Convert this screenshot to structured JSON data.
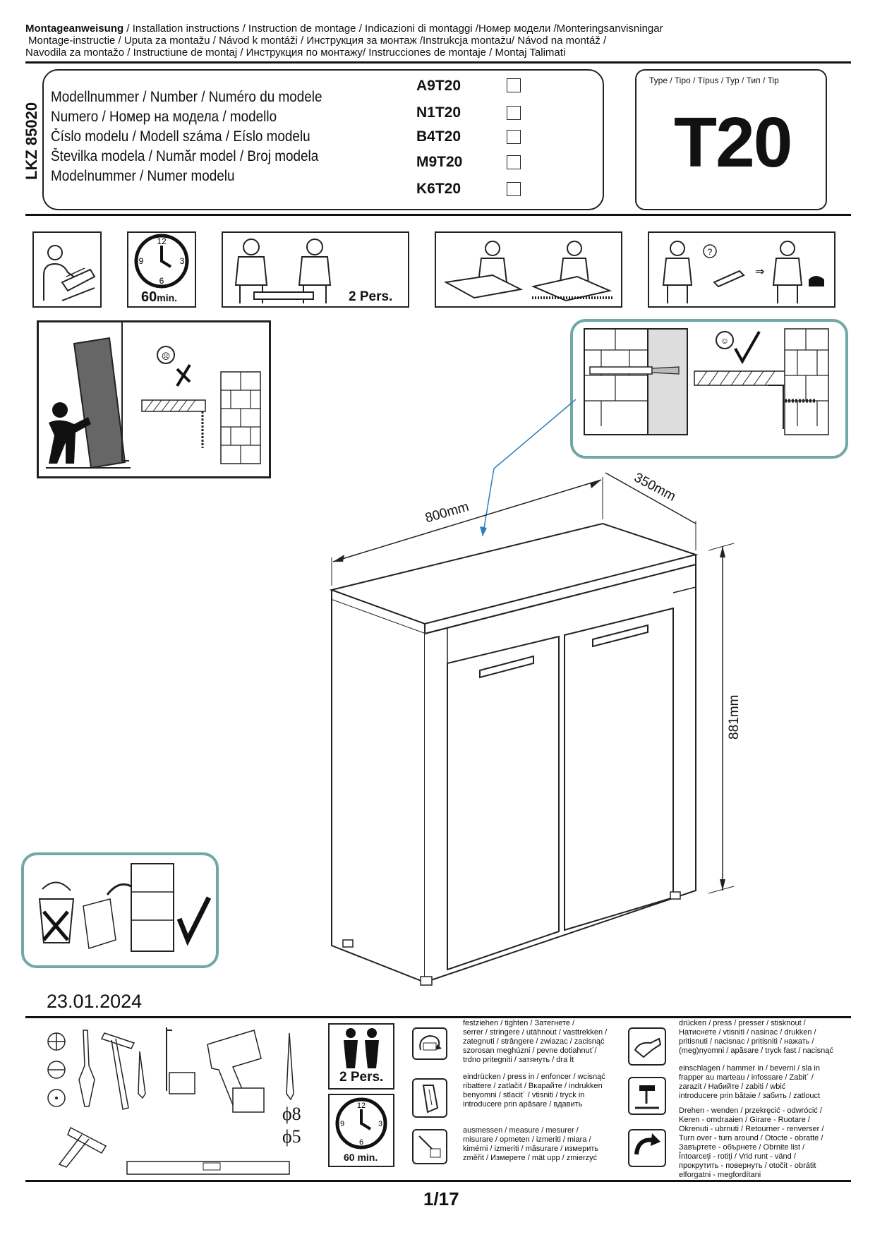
{
  "header": {
    "lines": [
      {
        "bold": "Montageanweisung",
        "rest": " / Installation instructions / Instruction de montage / Indicazioni di montaggi /Номер модели /Monteringsanvisningar"
      },
      {
        "bold": "",
        "rest": "Montage-instructie / Uputa za montažu / Návod k montáži / Инструкция за монтаж /Instrukcja montażu/ Návod na montáž /"
      },
      {
        "bold": "",
        "rest": "Navodila za montažo / Instructiune de montaj / Инструкция по монтажу/ Instrucciones de montaje / Montaj Talimati"
      }
    ]
  },
  "model": {
    "lkz": "LKZ 85020",
    "label_lines": [
      "Modellnummer / Number / Numéro du modele",
      "Numero /  Номер на модела / modello",
      "Číslo modelu / Modell száma / Eíslo modelu",
      "Številka modela / Număr model / Broj modela",
      "Modelnummer / Numer modelu"
    ],
    "codes": [
      "A9T20",
      "N1T20",
      "B4T20",
      "M9T20",
      "K6T20"
    ]
  },
  "type_box": {
    "label": "Type / Tipo / Típus / Typ / Тип   / Tip",
    "value": "T20"
  },
  "icons_row": {
    "clock_label": "60",
    "clock_unit": "min.",
    "persons_label": "2 Pers."
  },
  "dimensions": {
    "width": "800mm",
    "depth": "350mm",
    "height": "881mm"
  },
  "date": "23.01.2024",
  "tools": {
    "drill_8": "ϕ8",
    "drill_5": "ϕ5",
    "persons_label": "2 Pers.",
    "clock_label": "60 min."
  },
  "legend": {
    "tighten": "festziehen / tighten / Затегнете /\nserrer / stringere / utáhnout / vasttrekken /\nzategnuti / strângere / zwiazac / zacisnąć\nszorosan meghúzni / pevne dotiahnut´/\ntrdno pritegniti / затянуть / dra İt",
    "press_in": "eindrücken / press in / enfoncer / wcisnąć\nribattere / zatlačit / Вкарайте / indrukken\nbenyomni / stlacit´ / vtisniti / tryck in\nintroducere prin apăsare / вдавить",
    "measure": "ausmessen / measure / mesurer /\nmisurare / opmeten / izmeriti / miara /\nkimérni / izmeriti / măsurare / измерить\nzměřit / Измерете / mät upp / zmierzyć",
    "press": "drücken / press / presser / stisknout /\nНатиснете / vtisniti / nasinac / drukken /\npritisnuti / nacisnac / pritisniti / нажать /\n(meg)nyomni / apăsare / tryck fast / nacisnąć",
    "hammer": "einschlagen / hammer in / beverni / sla in\nfrapper au marteau / infossare / Zabit´ /\nzarazit / Набийте / zabiti / wbić\nintroducere prin bătaie / забить / zatlouct",
    "turn": "Drehen - wenden / przekręcić - odwrócić /\nKeren - omdraaien / Girare - Ruotare /\nOkrenuti - ubrnuti / Retourner - renverser /\nTurn over - turn around / Otocte - obratte /\nЗавъртете - обърнете / Obrnite list /\nÎntoarceţi - rotiţi / Vrid runt - vänd /\nпрокрутить - повернуть / otočit - obrátit\nelforgatni - megfordítani"
  },
  "page": "1/17",
  "colors": {
    "teal": "#6fa8a5",
    "dim_arrow": "#2b7fb8"
  }
}
